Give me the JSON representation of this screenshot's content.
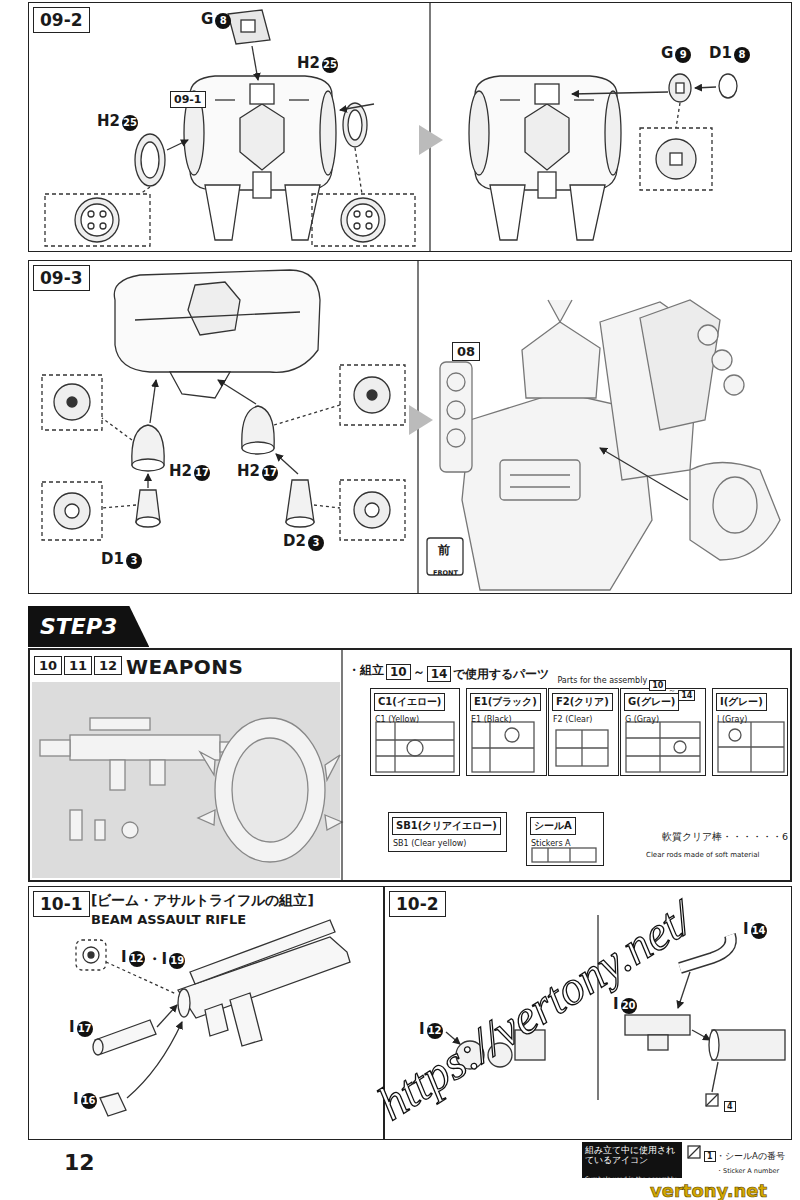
{
  "diagram": {
    "nodes": [
      {
        "text": [
          "09-2"
        ]
      },
      {
        "text": [
          "09-3"
        ]
      },
      {
        "text": [
          "STEP3"
        ]
      },
      {
        "text": [
          "C1(イエロー)",
          "C1 (Yellow)"
        ],
        "in": 2
      },
      {
        "text": [
          "E1(ブラック)",
          "E1 (Black)"
        ],
        "in": 2
      },
      {
        "text": [
          "F2(クリア)",
          "F2 (Clear)"
        ],
        "in": 2
      },
      {
        "text": [
          "G(グレー)",
          "G (Gray)"
        ],
        "in": 2
      },
      {
        "text": [
          "I(グレー)",
          "I (Gray)"
        ],
        "in": 2
      },
      {
        "text": [
          "SB1(クリアイエロー)",
          "SB1 (Clear yellow)"
        ],
        "in": 2
      },
      {
        "text": [
          "シールA",
          "Stickers A"
        ],
        "in": 2
      },
      {
        "text": [
          "10-1",
          "[ビーム・アサルトライフルの組立]",
          "BEAM ASSAULT RIFLE"
        ]
      },
      {
        "text": [
          "10-2"
        ]
      }
    ],
    "labels": [
      "G",
      "8",
      "09-1",
      "H2",
      "25",
      "H2",
      "25",
      "G",
      "9",
      "D1",
      "8",
      "08",
      "H2",
      "17",
      "H2",
      "17",
      "D1",
      "3",
      "D2",
      "3",
      "前",
      "FRONT",
      "10",
      "11",
      "12",
      "WEAPONS",
      "・組立",
      "10",
      "～",
      "14",
      "で使用するパーツ",
      "Parts for the assembly",
      "10",
      "～",
      "14",
      "軟質クリア棒・・・・・・6",
      "Clear rods made of soft material",
      "I",
      "12",
      "・I",
      "19",
      "I",
      "17",
      "I",
      "16",
      "I",
      "14",
      "I",
      "20",
      "4",
      "I",
      "12",
      "12",
      "組み立て中に使用されているアイコン",
      "Symbols used in the assembly",
      "1",
      "・シールAの番号",
      "・Sticker A number",
      "https://vertony.net/",
      "vertony.net"
    ]
  }
}
